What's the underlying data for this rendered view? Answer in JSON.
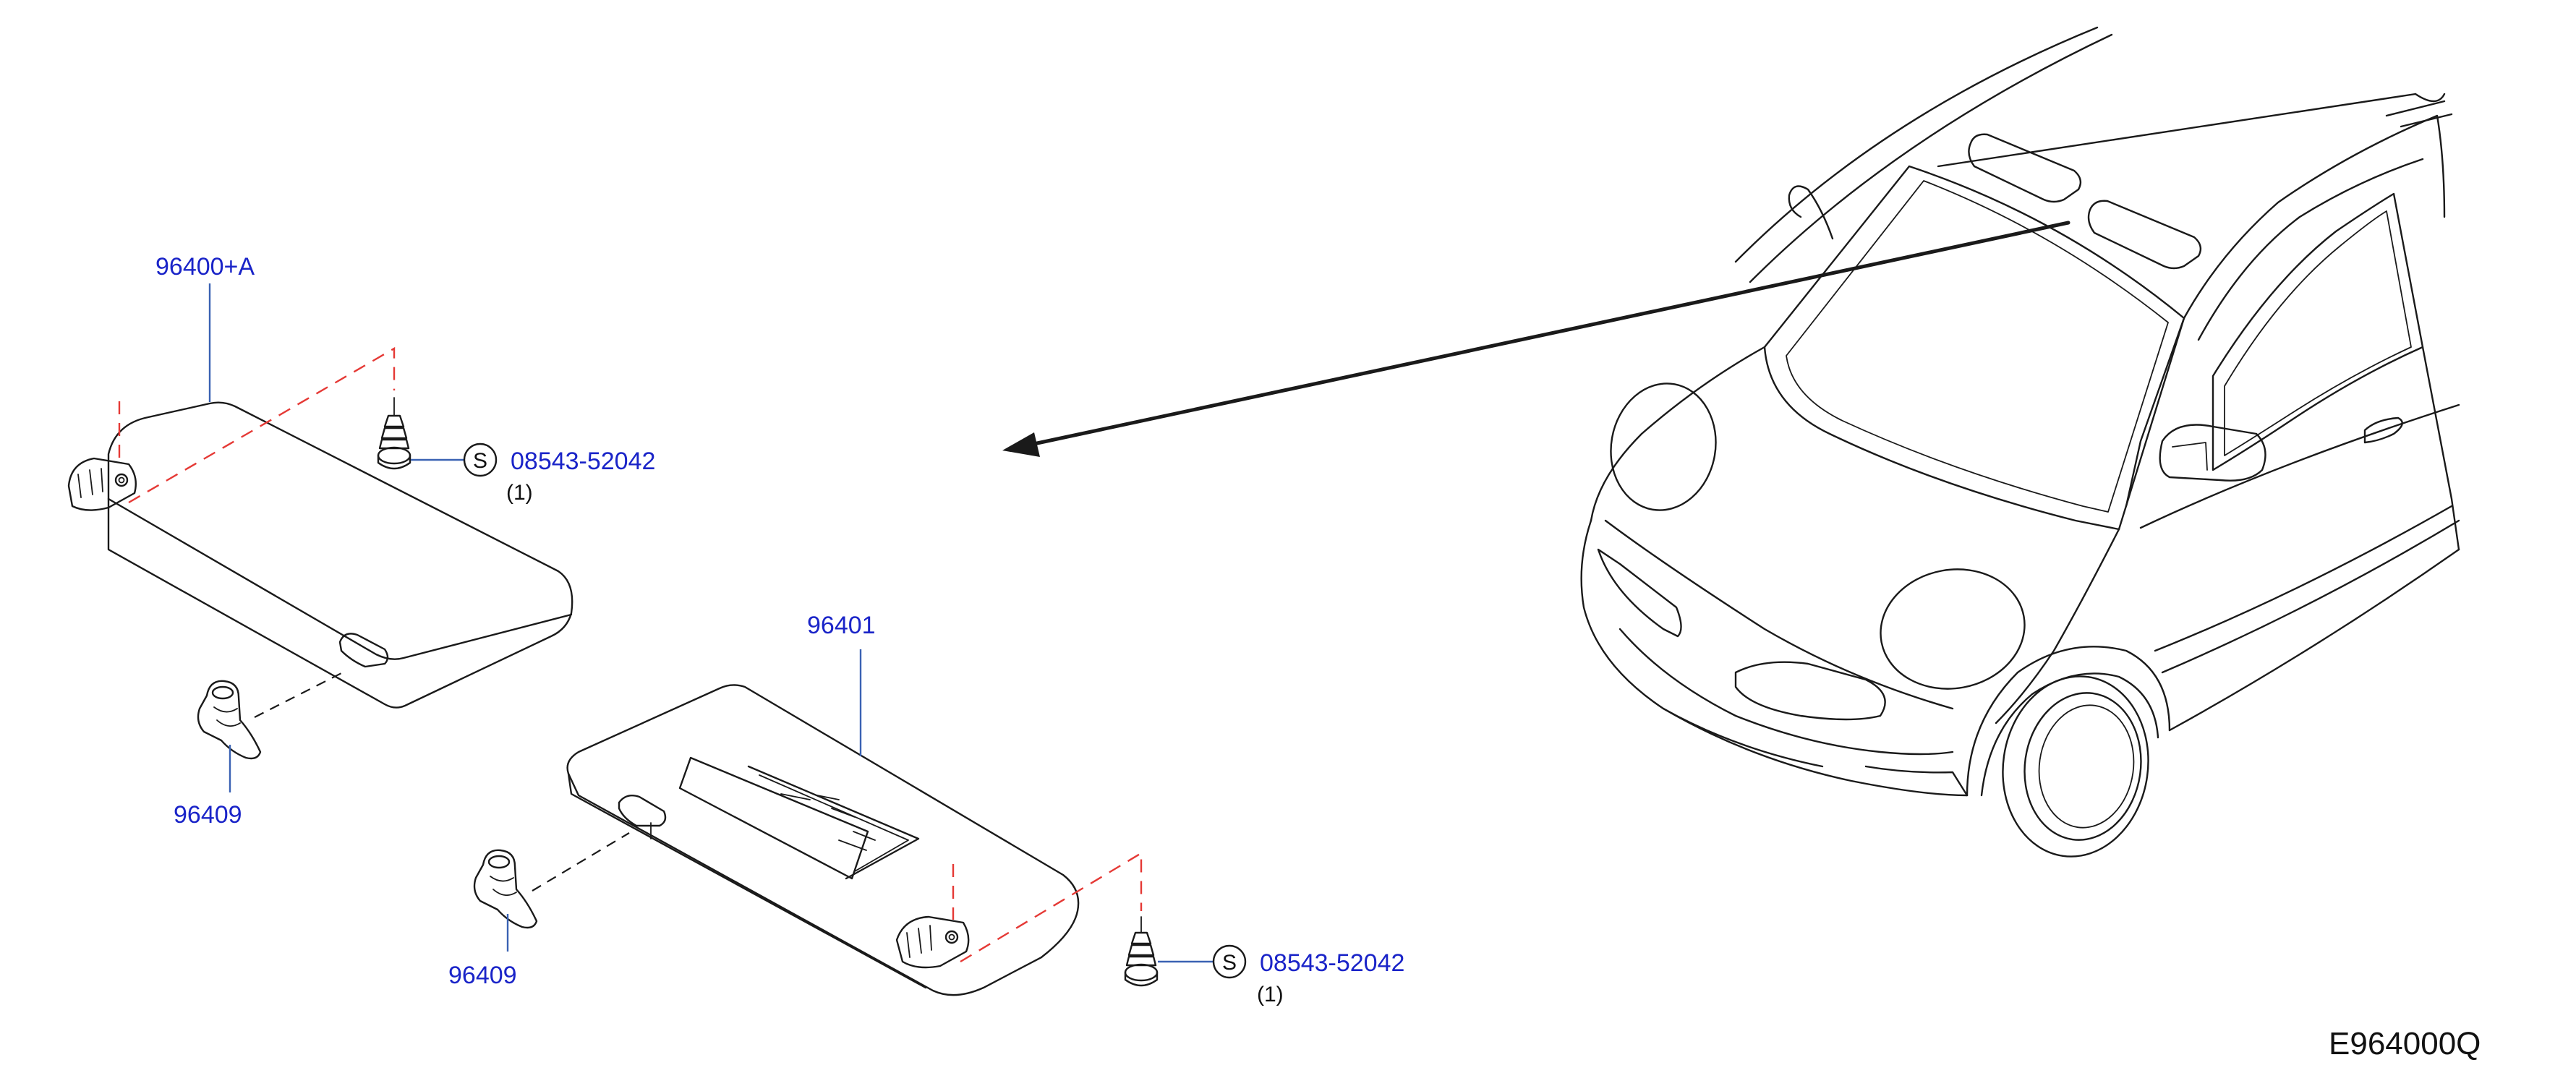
{
  "parts": {
    "visor_lh": {
      "part_no": "96400+A"
    },
    "visor_rh": {
      "part_no": "96401"
    },
    "holder_upper": {
      "part_no": "96409"
    },
    "holder_lower": {
      "part_no": "96409"
    },
    "screw_upper": {
      "symbol": "S",
      "part_no": "08543-52042",
      "qty": "(1)"
    },
    "screw_lower": {
      "symbol": "S",
      "part_no": "08543-52042",
      "qty": "(1)"
    }
  },
  "diagram_code": "E964000Q",
  "colors": {
    "line": "#1a1a1a",
    "part_label": "#1a24c8",
    "leader": "#3a62b3",
    "assembly_dash": "#e53935"
  }
}
